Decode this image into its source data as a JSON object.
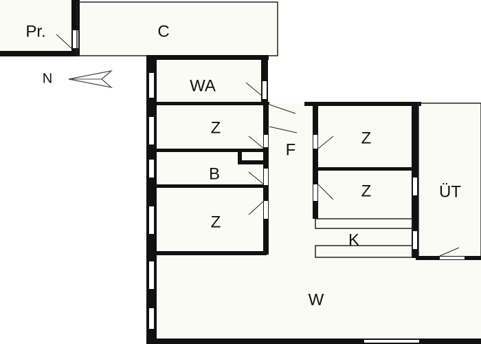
{
  "rooms": {
    "pr": "Pr.",
    "c": "C",
    "wa": "WA",
    "z1": "Z",
    "b": "B",
    "z2": "Z",
    "f": "F",
    "z3": "Z",
    "z4": "Z",
    "k": "K",
    "ut": "ÜT",
    "w": "W"
  },
  "compass": {
    "label": "N"
  },
  "colors": {
    "wall": "#111111",
    "floor": "#fbfbf6",
    "line": "#222222"
  }
}
